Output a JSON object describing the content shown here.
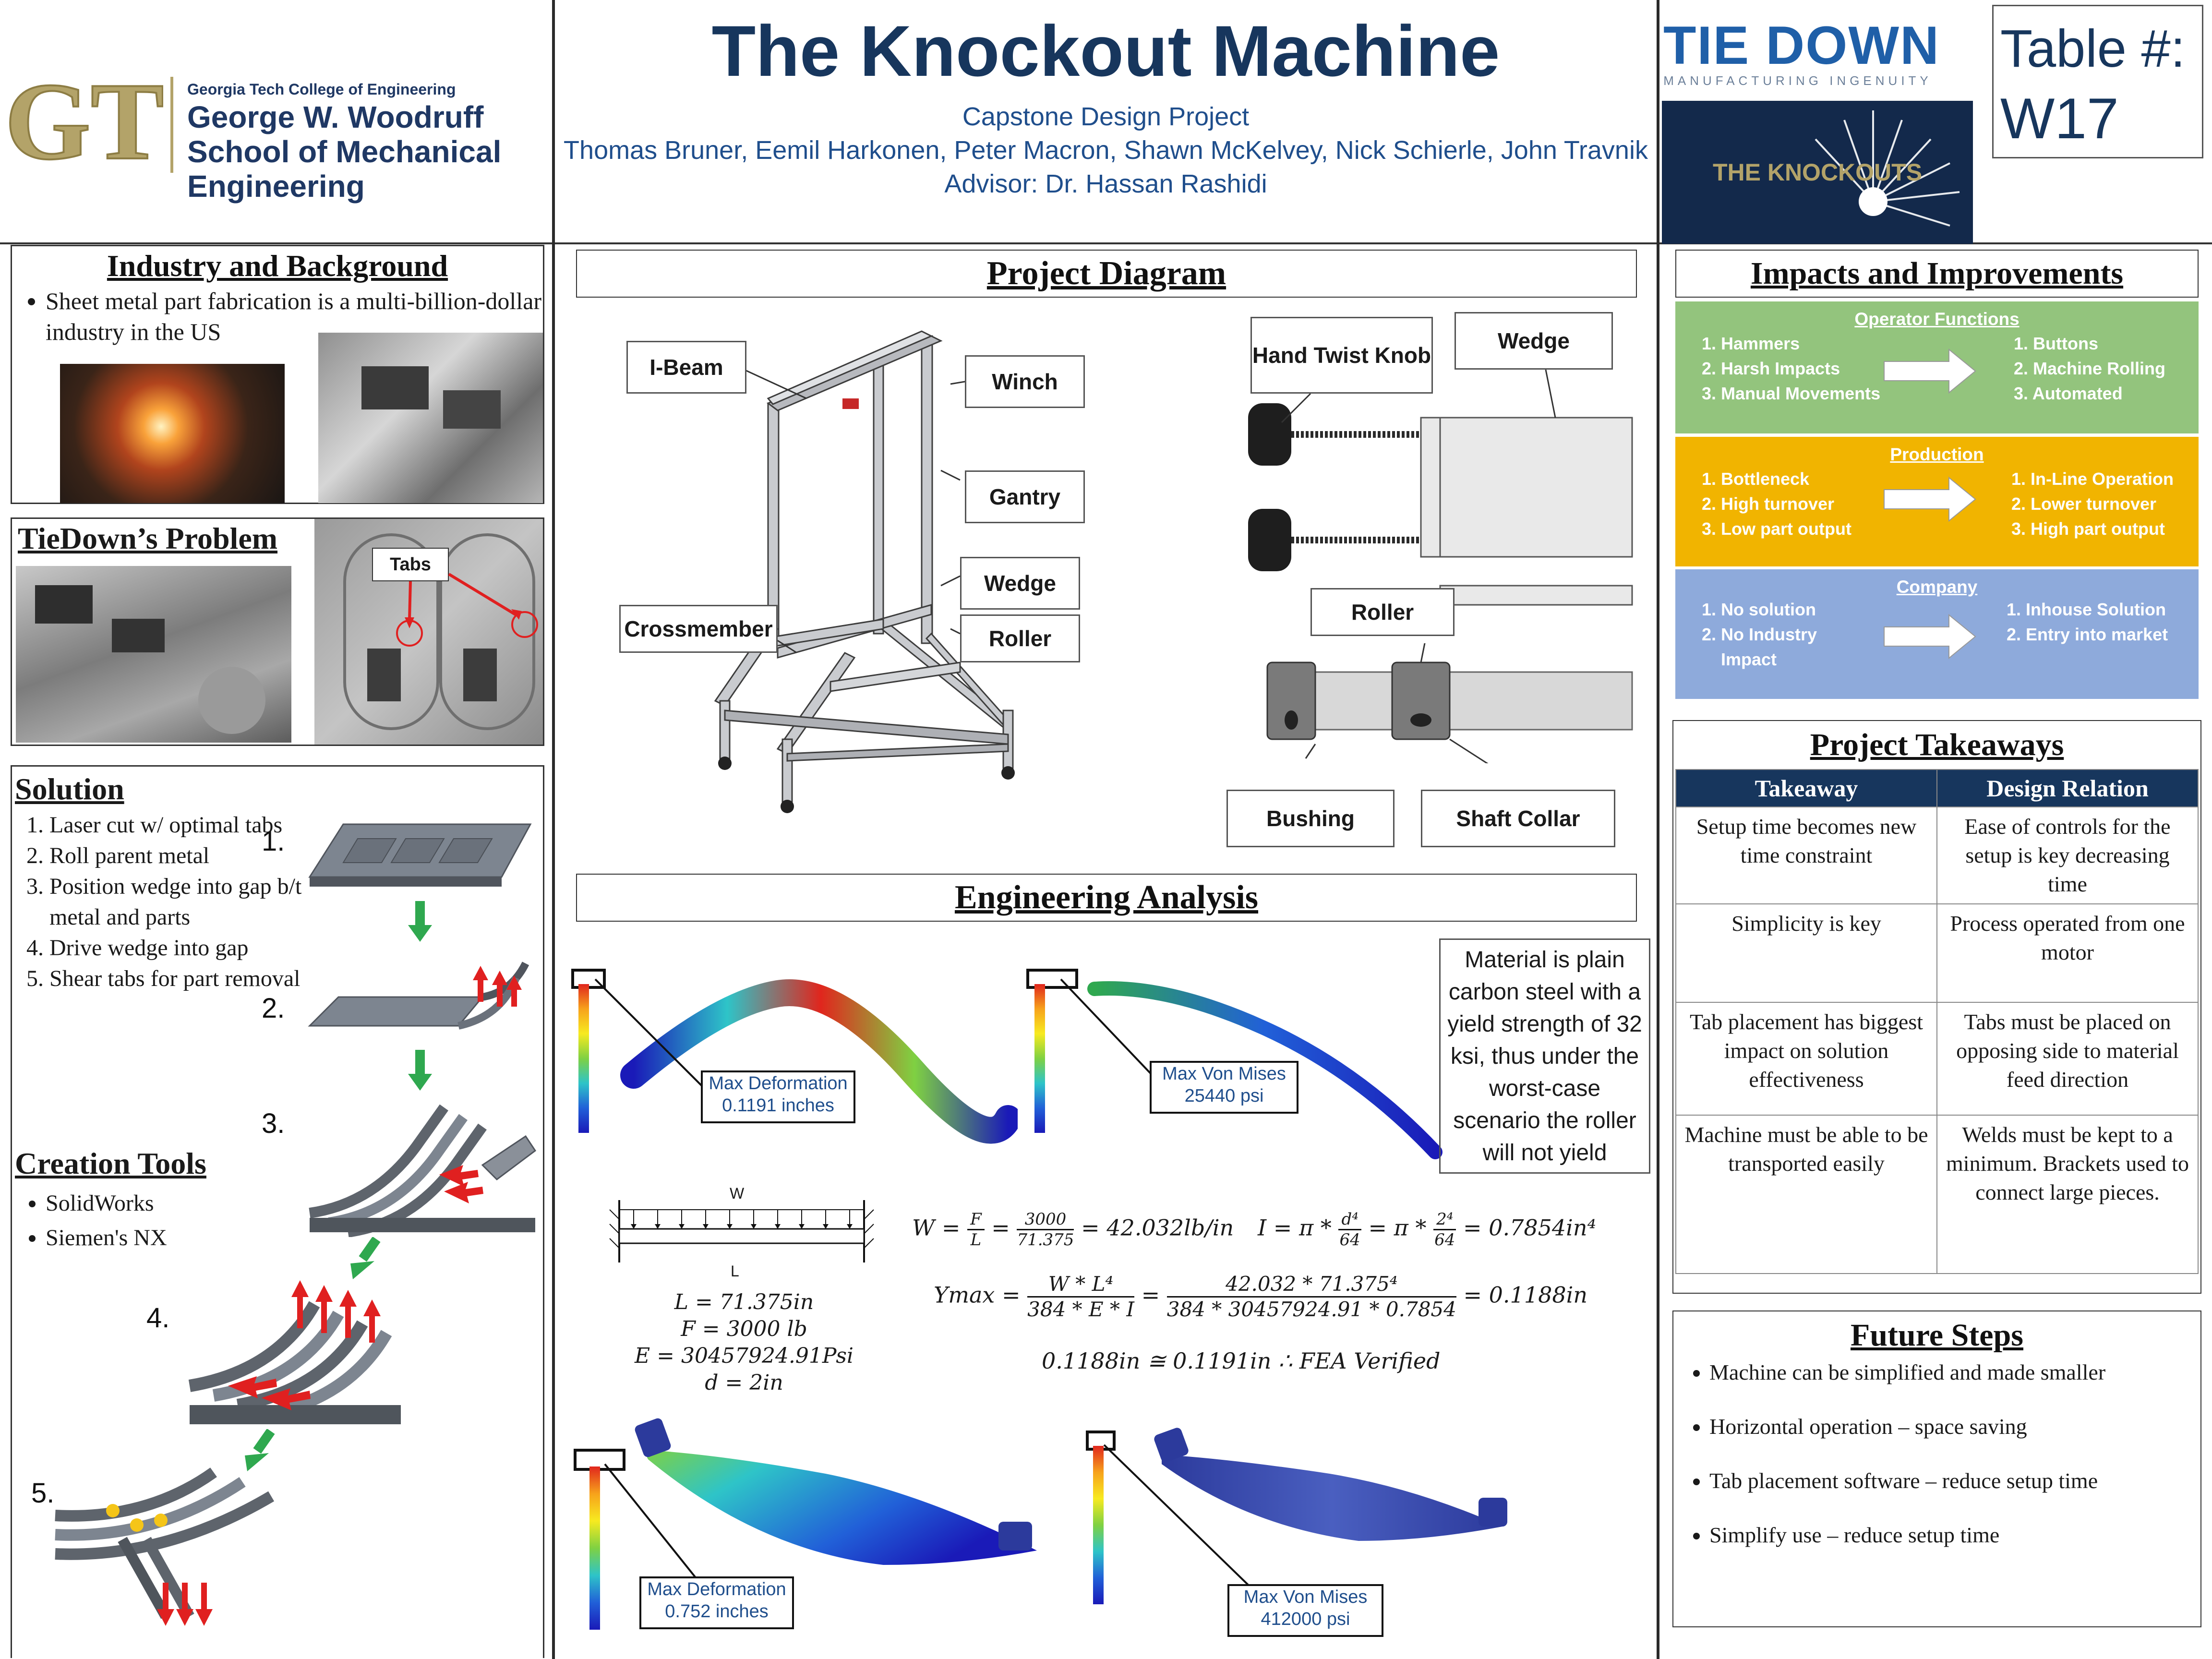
{
  "header": {
    "logo_institution": "Georgia Tech College of Engineering",
    "logo_school": "George W. Woodruff School of Mechanical Engineering",
    "title": "The Knockout Machine",
    "subtitle": "Capstone Design Project",
    "authors": "Thomas Bruner, Eemil Harkonen, Peter Macron, Shawn McKelvey, Nick Schierle, John Travnik",
    "advisor": "Advisor: Dr. Hassan Rashidi",
    "sponsor_name": "TIE DOWN",
    "sponsor_tagline": "MANUFACTURING INGENUITY",
    "team_name": "THE KNOCKOUTS",
    "table_label": "Table #:",
    "table_number": "W17"
  },
  "industry": {
    "title": "Industry and Background",
    "bullet": "Sheet metal part fabrication is a multi-billion-dollar industry in the US"
  },
  "problem": {
    "title": "TieDown’s Problem",
    "tabs_label": "Tabs"
  },
  "solution": {
    "title": "Solution",
    "steps": [
      "Laser cut w/ optimal tabs",
      "Roll parent metal",
      "Position wedge into gap b/t metal and parts",
      "Drive wedge into gap",
      "Shear tabs for part removal"
    ],
    "step_numbers": [
      "1.",
      "2.",
      "3.",
      "4.",
      "5."
    ]
  },
  "tools": {
    "title": "Creation Tools",
    "items": [
      "SolidWorks",
      "Siemen's NX"
    ]
  },
  "diagram": {
    "title": "Project Diagram",
    "labels": {
      "ibeam": "I-Beam",
      "winch": "Winch",
      "gantry": "Gantry",
      "wedge_left": "Wedge",
      "crossmember": "Crossmember",
      "roller_left": "Roller",
      "hand_knob": "Hand Twist Knob",
      "wedge_right": "Wedge",
      "roller_right": "Roller",
      "bushing": "Bushing",
      "shaft_collar": "Shaft Collar"
    }
  },
  "analysis": {
    "title": "Engineering Analysis",
    "material_note": "Material is plain carbon steel with a yield strength of 32 ksi, thus under the worst-case scenario the roller will not yield",
    "fea": [
      {
        "label": "Max Deformation",
        "value": "0.1191 inches"
      },
      {
        "label": "Max Von Mises",
        "value": "25440 psi"
      },
      {
        "label": "Max Deformation",
        "value": "0.752 inches"
      },
      {
        "label": "Max Von Mises",
        "value": "412000 psi"
      }
    ],
    "beam_w": "W",
    "beam_l": "L",
    "givens": [
      "L = 71.375in",
      "F = 3000 lb",
      "E = 30457924.91Psi",
      "d = 2in"
    ],
    "eq_w_lhs": "W =",
    "eq_w_f": "F",
    "eq_w_l": "L",
    "eq_w_eq": "=",
    "eq_w_n": "3000",
    "eq_w_d": "71.375",
    "eq_w_res": "= 42.032lb/in",
    "eq_i_lhs": "I = π *",
    "eq_i_n1": "d⁴",
    "eq_i_d1": "64",
    "eq_i_mid": "= π *",
    "eq_i_n2": "2⁴",
    "eq_i_d2": "64",
    "eq_i_res": "= 0.7854in⁴",
    "eq_y_lhs": "Ymax =",
    "eq_y_n1": "W * L⁴",
    "eq_y_d1": "384 * E * I",
    "eq_y_eq": "=",
    "eq_y_n2": "42.032 * 71.375⁴",
    "eq_y_d2": "384 * 30457924.91 * 0.7854",
    "eq_y_res": "= 0.1188in",
    "verified": "0.1188in ≅ 0.1191in ∴ FEA Verified"
  },
  "impacts": {
    "title": "Impacts and Improvements",
    "rows": [
      {
        "header": "Operator Functions",
        "color": "#93c47d",
        "before": [
          "1. Hammers",
          "2. Harsh Impacts",
          "3. Manual Movements"
        ],
        "after": [
          "1.  Buttons",
          "2.  Machine Rolling",
          "3.  Automated"
        ]
      },
      {
        "header": "Production",
        "color": "#f1b400",
        "before": [
          "1. Bottleneck",
          "2. High turnover",
          "3. Low part output"
        ],
        "after": [
          "1. In-Line Operation",
          "2. Lower turnover",
          "3. High part output"
        ]
      },
      {
        "header": "Company",
        "color": "#8eaadb",
        "before": [
          "1. No solution",
          "2. No Industry",
          "    Impact"
        ],
        "after": [
          "1. Inhouse Solution",
          "2. Entry into market"
        ]
      }
    ]
  },
  "takeaways": {
    "title": "Project Takeaways",
    "col1": "Takeaway",
    "col2": "Design Relation",
    "rows": [
      [
        "Setup time becomes new time constraint",
        "Ease of controls for the setup is key decreasing time"
      ],
      [
        "Simplicity is key",
        "Process operated from one motor"
      ],
      [
        "Tab placement has biggest impact on solution effectiveness",
        "Tabs must be placed on opposing side to material feed direction"
      ],
      [
        "Machine must be able to be transported easily",
        "Welds must be kept to a minimum. Brackets used to connect large pieces."
      ]
    ]
  },
  "future": {
    "title": "Future Steps",
    "items": [
      "Machine can be simplified and made smaller",
      "Horizontal operation – space saving",
      "Tab placement software – reduce setup time",
      "Simplify use – reduce setup time"
    ]
  }
}
